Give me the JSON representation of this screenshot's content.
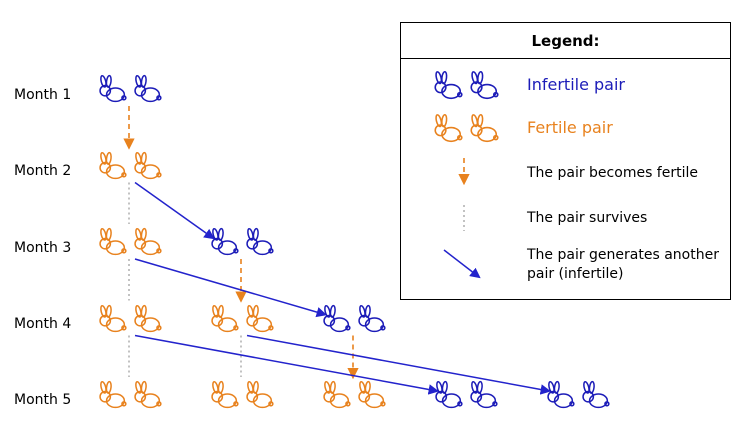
{
  "colors": {
    "infertile": "#1c1cb8",
    "fertile": "#e8821e",
    "survive": "#999999",
    "generate": "#2323cc"
  },
  "months": [
    "Month 1",
    "Month 2",
    "Month 3",
    "Month 4",
    "Month 5"
  ],
  "rows": [
    {
      "pairs": [
        {
          "col": 0,
          "type": "infertile"
        }
      ]
    },
    {
      "pairs": [
        {
          "col": 0,
          "type": "fertile"
        }
      ]
    },
    {
      "pairs": [
        {
          "col": 0,
          "type": "fertile"
        },
        {
          "col": 1,
          "type": "infertile"
        }
      ]
    },
    {
      "pairs": [
        {
          "col": 0,
          "type": "fertile"
        },
        {
          "col": 1,
          "type": "fertile"
        },
        {
          "col": 2,
          "type": "infertile"
        }
      ]
    },
    {
      "pairs": [
        {
          "col": 0,
          "type": "fertile"
        },
        {
          "col": 1,
          "type": "fertile"
        },
        {
          "col": 2,
          "type": "fertile"
        },
        {
          "col": 3,
          "type": "infertile"
        },
        {
          "col": 4,
          "type": "infertile"
        }
      ]
    }
  ],
  "arrows": [
    {
      "type": "fertilize",
      "from": [
        0,
        0
      ],
      "to": [
        1,
        0
      ]
    },
    {
      "type": "survive",
      "from": [
        1,
        0
      ],
      "to": [
        2,
        0
      ]
    },
    {
      "type": "generate",
      "from": [
        1,
        0
      ],
      "to": [
        2,
        1
      ]
    },
    {
      "type": "survive",
      "from": [
        2,
        0
      ],
      "to": [
        3,
        0
      ]
    },
    {
      "type": "fertilize",
      "from": [
        2,
        1
      ],
      "to": [
        3,
        1
      ]
    },
    {
      "type": "generate",
      "from": [
        2,
        0
      ],
      "to": [
        3,
        2
      ]
    },
    {
      "type": "survive",
      "from": [
        3,
        0
      ],
      "to": [
        4,
        0
      ]
    },
    {
      "type": "survive",
      "from": [
        3,
        1
      ],
      "to": [
        4,
        1
      ]
    },
    {
      "type": "fertilize",
      "from": [
        3,
        2
      ],
      "to": [
        4,
        2
      ]
    },
    {
      "type": "generate",
      "from": [
        3,
        0
      ],
      "to": [
        4,
        3
      ]
    },
    {
      "type": "generate",
      "from": [
        3,
        1
      ],
      "to": [
        4,
        4
      ]
    }
  ],
  "legend": {
    "title": "Legend:",
    "infertile": "Infertile pair",
    "fertile": "Fertile pair",
    "becomes_fertile": "The pair becomes fertile",
    "survives": "The pair survives",
    "generates": "The pair generates another pair (infertile)"
  }
}
